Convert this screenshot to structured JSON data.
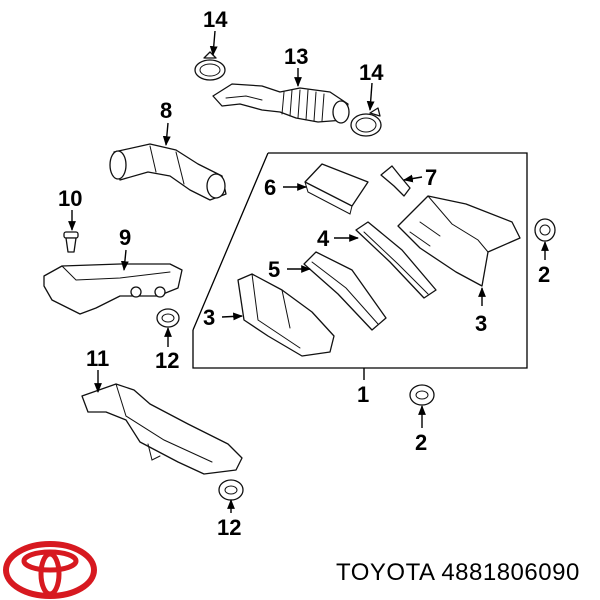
{
  "diagram": {
    "callouts": {
      "c14a": "14",
      "c13": "13",
      "c14b": "14",
      "c8": "8",
      "c6": "6",
      "c7": "7",
      "c10": "10",
      "c9": "9",
      "c4": "4",
      "c5": "5",
      "c3a": "3",
      "c3b": "3",
      "c2a": "2",
      "c12a": "12",
      "c11": "11",
      "c1": "1",
      "c2b": "2",
      "c12b": "12"
    }
  },
  "footer": {
    "brand": "TOYOTA",
    "part_number": "4881806090",
    "logo_icon": "toyota-logo-icon",
    "logo_color": "#d71920"
  }
}
